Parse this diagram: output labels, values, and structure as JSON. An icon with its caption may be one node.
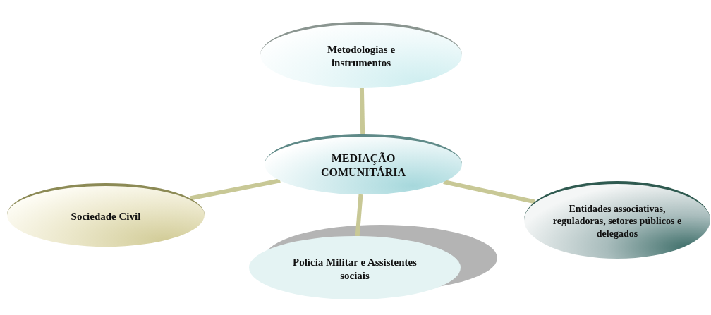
{
  "diagram": {
    "nodes": [
      {
        "text": [
          "MEDIAÇÃO COMUNITÁRIA"
        ]
      },
      {
        "text": [
          "Metodologias e instrumentos"
        ]
      },
      {
        "text": [
          "Sociedade Civil"
        ]
      },
      {
        "text": [
          "Entidades associativas, reguladoras, setores públicos e delegados"
        ]
      },
      {
        "text": [
          "Polícia Militar e Assistentes sociais"
        ]
      }
    ],
    "edges": [
      {
        "from": 0,
        "to": 1,
        "arrow": "none"
      },
      {
        "from": 0,
        "to": 2,
        "arrow": "none"
      },
      {
        "from": 0,
        "to": 3,
        "arrow": "none"
      },
      {
        "from": 0,
        "to": 4,
        "arrow": "none"
      }
    ]
  }
}
